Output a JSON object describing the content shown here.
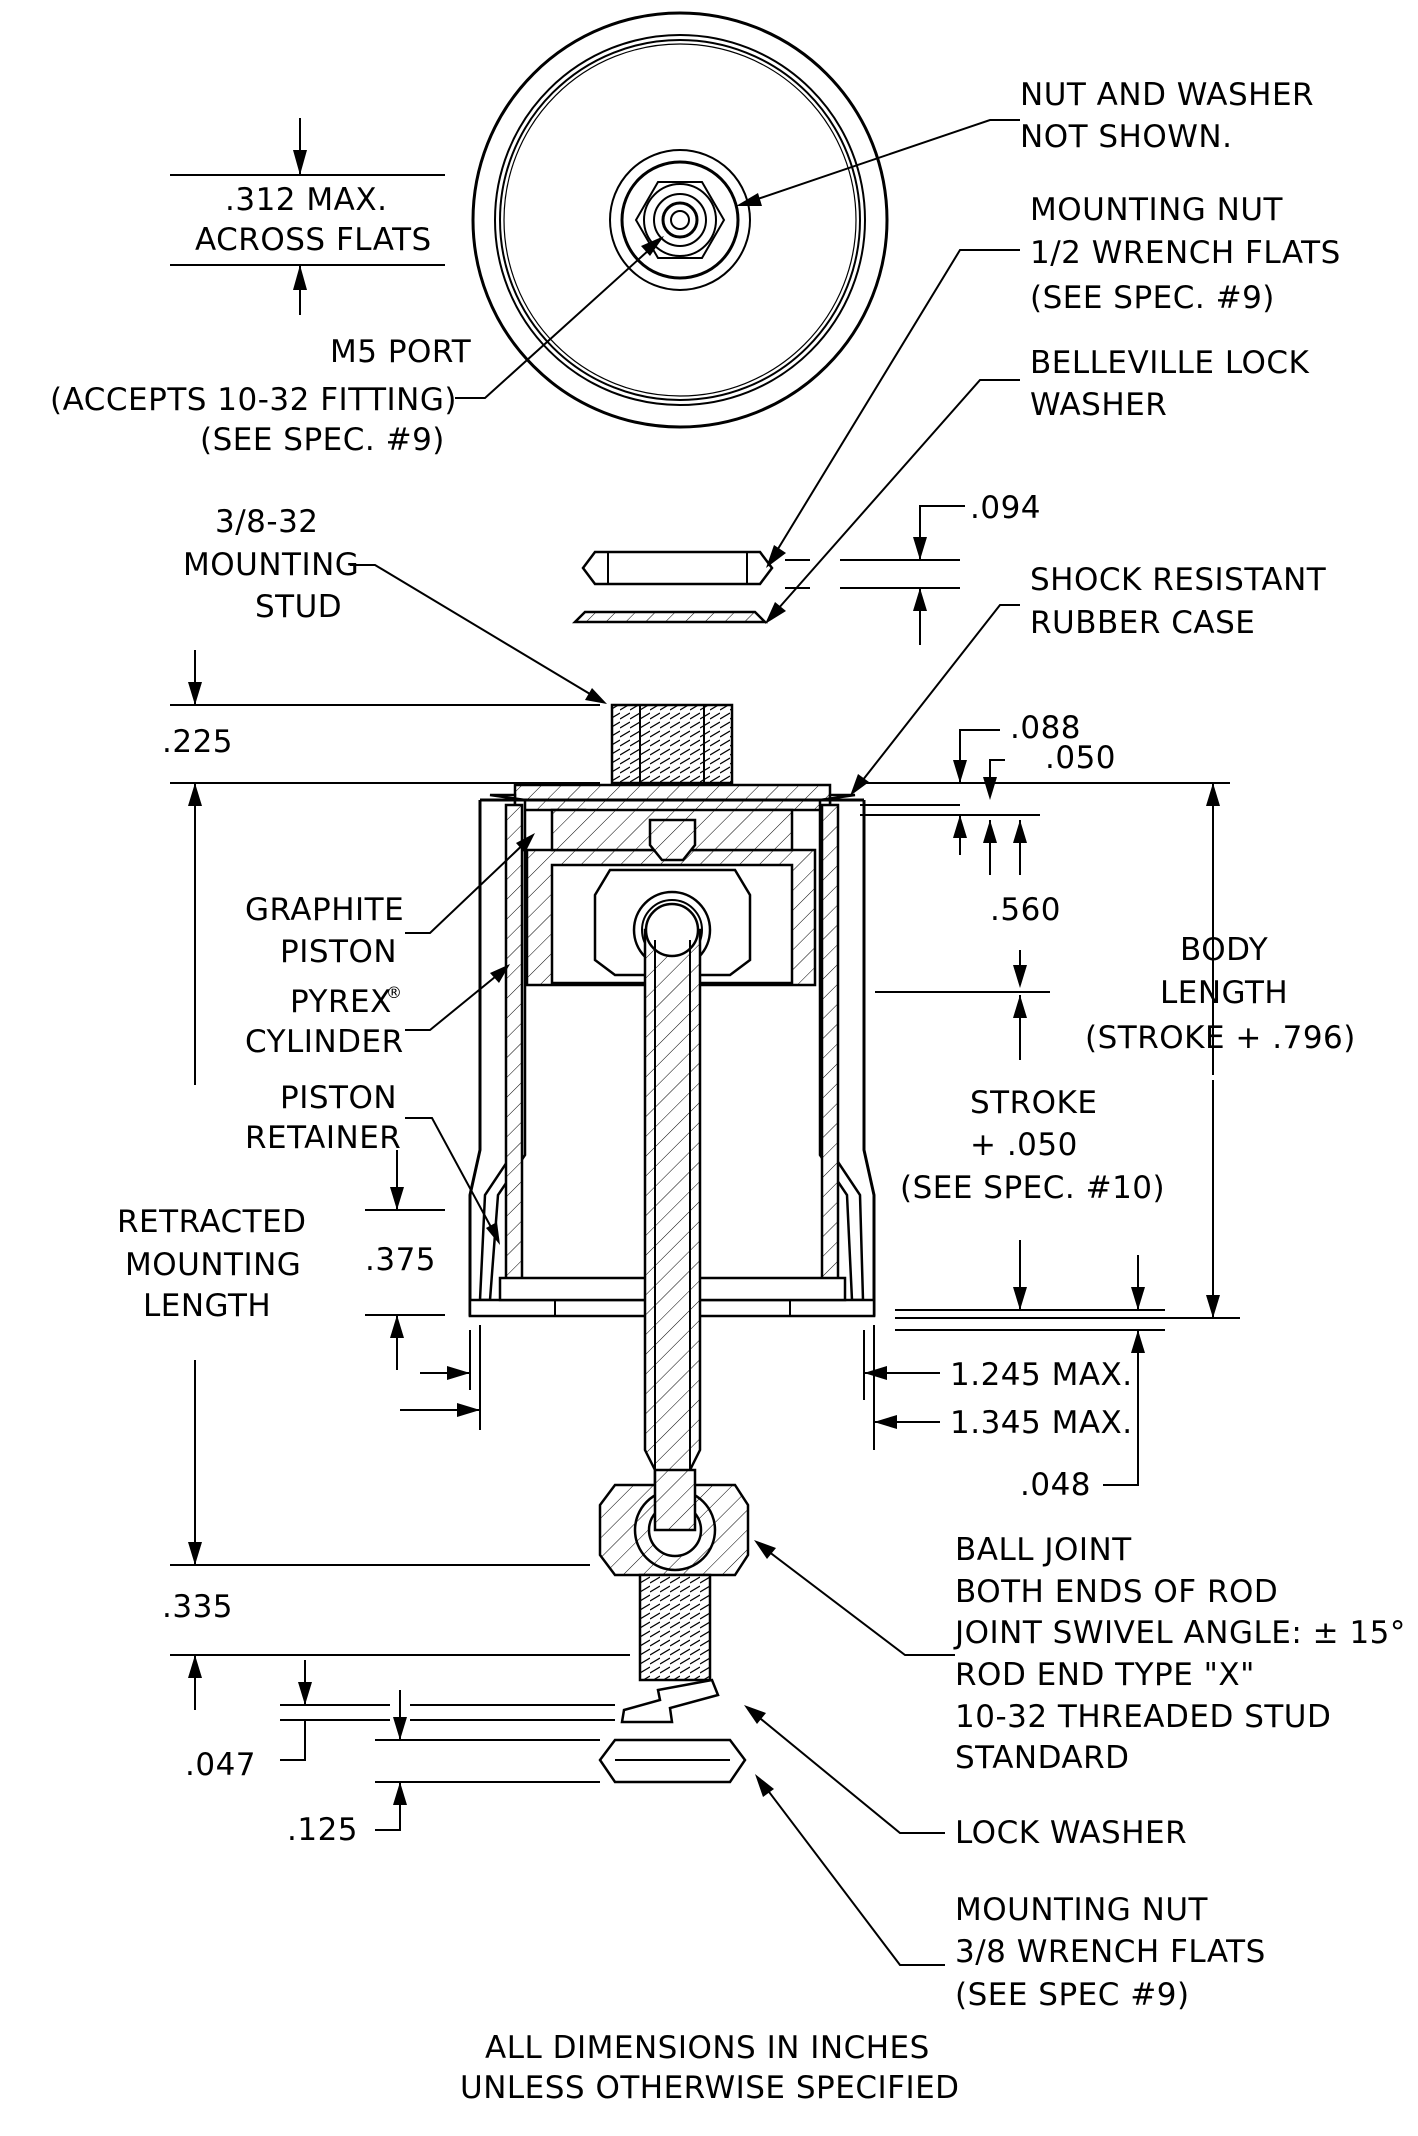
{
  "top_view_callouts": {
    "nut_washer": [
      "NUT AND WASHER",
      "NOT SHOWN."
    ],
    "across_flats": [
      ".312 MAX.",
      "ACROSS FLATS"
    ],
    "port": [
      "M5 PORT",
      "(ACCEPTS 10-32 FITTING)",
      "(SEE SPEC. #9)"
    ]
  },
  "callouts": {
    "mount_nut_top": [
      "MOUNTING NUT",
      "1/2 WRENCH FLATS",
      "(SEE SPEC. #9)"
    ],
    "belleville": [
      "BELLEVILLE LOCK",
      "WASHER"
    ],
    "stud": [
      "3/8-32",
      "MOUNTING",
      "STUD"
    ],
    "rubber_case": [
      "SHOCK RESISTANT",
      "RUBBER CASE"
    ],
    "graphite": [
      "GRAPHITE",
      "PISTON"
    ],
    "pyrex": [
      "PYREX",
      "CYLINDER"
    ],
    "pyrex_reg": "®",
    "retainer": [
      "PISTON",
      "RETAINER"
    ],
    "retracted": [
      "RETRACTED",
      "MOUNTING",
      "LENGTH"
    ],
    "body_length": [
      "BODY",
      "LENGTH",
      "(STROKE + .796)"
    ],
    "stroke": [
      "STROKE",
      "+ .050",
      "(SEE SPEC. #10)"
    ],
    "ball_joint": [
      "BALL JOINT",
      "BOTH ENDS OF ROD",
      "JOINT SWIVEL ANGLE: ± 15°",
      "ROD END TYPE \"X\"",
      "10-32 THREADED STUD",
      "STANDARD"
    ],
    "lock_washer": "LOCK WASHER",
    "mount_nut_bottom": [
      "MOUNTING NUT",
      "3/8 WRENCH FLATS",
      "(SEE SPEC #9)"
    ]
  },
  "dimensions": {
    "d094": ".094",
    "d225": ".225",
    "d088": ".088",
    "d050": ".050",
    "d560": ".560",
    "d375": ".375",
    "d1245": "1.245 MAX.",
    "d1345": "1.345 MAX.",
    "d048": ".048",
    "d335": ".335",
    "d047": ".047",
    "d125": ".125"
  },
  "footer": [
    "ALL DIMENSIONS IN INCHES",
    "UNLESS OTHERWISE SPECIFIED"
  ]
}
